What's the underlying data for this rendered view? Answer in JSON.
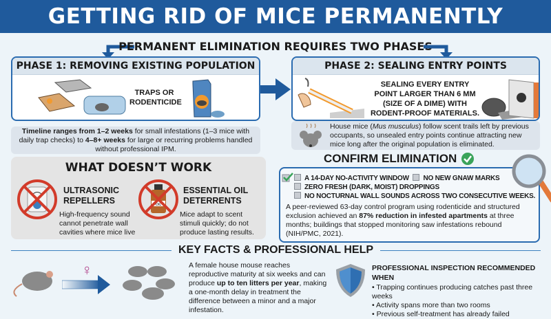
{
  "title": "GETTING RID OF MICE PERMANENTLY",
  "subtitle": "PERMANENT ELIMINATION REQUIRES TWO PHASES",
  "colors": {
    "header": "#1f5a9c",
    "accent": "#2a6bb0",
    "warning": "#d23b2a",
    "check": "#3aa35a"
  },
  "phase1": {
    "title": "PHASE 1: REMOVING EXISTING POPULATION",
    "label_line1": "TRAPS OR",
    "label_line2": "RODENTICIDE",
    "timeline": {
      "t1": "Timeline ranges from ",
      "b1": "1–2 weeks",
      "t2": " for small infestations (1–3 mice with daily trap checks) to ",
      "b2": "4–8+ weeks",
      "t3": " for large or recurring problems handled without professional IPM."
    }
  },
  "phase2": {
    "title": "PHASE 2: SEALING ENTRY POINTS",
    "label": "SEALING EVERY ENTRY POINT LARGER THAN 6 MM (SIZE OF A DIME) WITH RODENT-PROOF MATERIALS.",
    "note": {
      "t1": "House mice (",
      "i1": "Mus musculus",
      "t2": ") follow scent trails left by previous occupants, so unsealed entry points continue attracting new mice long after the original population is eliminated."
    }
  },
  "doesnt_work": {
    "title": "WHAT DOESN’T WORK",
    "items": [
      {
        "title_line1": "ULTRASONIC",
        "title_line2": "REPELLERS",
        "desc": "High-frequency sound cannot penetrate wall cavities where mice live"
      },
      {
        "title_line1": "ESSENTIAL OIL",
        "title_line2": "DETERRENTS",
        "desc": "Mice adapt to scent stimuli quickly; do not produce lasting results.",
        "bottle_label": "OIL"
      }
    ]
  },
  "confirm": {
    "title": "CONFIRM ELIMINATION",
    "checks": [
      "A 14-DAY NO-ACTIVITY WINDOW",
      "NO NEW GNAW MARKS",
      "ZERO FRESH (DARK, MOIST) DROPPINGS",
      "NO NOCTURNAL WALL SOUNDS ACROSS TWO CONSECUTIVE WEEKS."
    ],
    "study": {
      "t1": "A peer-reviewed 63-day control program using rodenticide and structured exclusion achieved an ",
      "b1": "87% reduction in infested apartments",
      "t2": " at three months; buildings that stopped monitoring saw infestations rebound (NIH/PMC, 2021)."
    }
  },
  "key_facts": {
    "title": "KEY FACTS & PROFESSIONAL HELP",
    "female_symbol": "♀",
    "repro": {
      "t1": "A female house mouse reaches reproductive maturity at six weeks and can produce ",
      "b1": "up to ten litters per year",
      "t2": ", making a one-month delay in treatment the difference between a minor and a major infestation."
    },
    "pro_title": "PROFESSIONAL INSPECTION RECOMMENDED WHEN",
    "pro_items": [
      "Trapping continues producing catches past three weeks",
      "Activity spans more than two rooms",
      "Previous self-treatment has already failed"
    ]
  }
}
